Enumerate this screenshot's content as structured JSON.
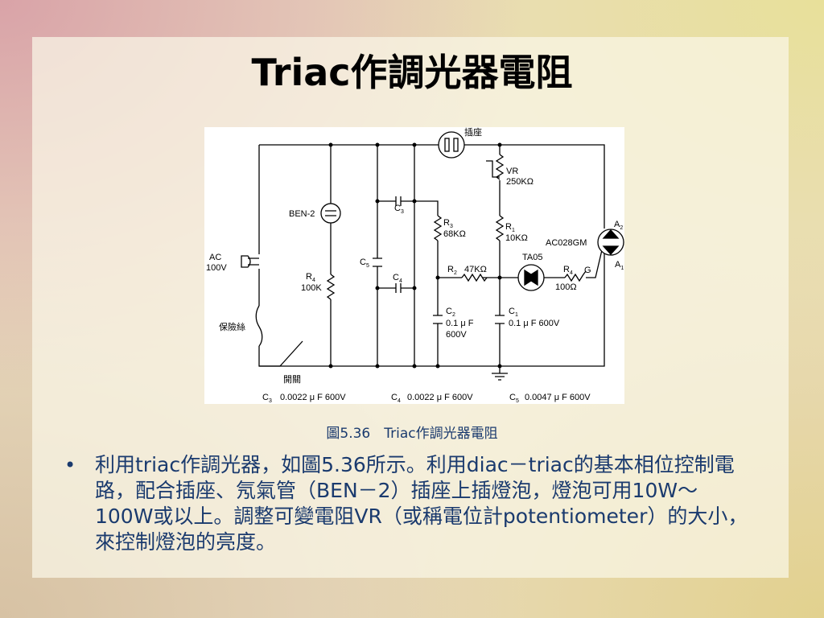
{
  "slide": {
    "title": "Triac作調光器電阻",
    "caption": "圖5.36　Triac作調光器電阻",
    "bullet": "利用triac作調光器，如圖5.36所示。利用diac－triac的基本相位控制電路，配合插座、氖氣管（BEN－2）插座上插燈泡，燈泡可用10W～100W或以上。調整可變電阻VR（或稱電位計potentiometer）的大小，來控制燈泡的亮度。"
  },
  "circuit": {
    "socket_label": "插座",
    "vr_label": "VR",
    "vr_value": "250KΩ",
    "ben_label": "BEN-2",
    "c3_label": "C",
    "c3_sub": "3",
    "r3_label": "R",
    "r3_sub": "3",
    "r3_value": "68KΩ",
    "r1_label": "R",
    "r1_sub": "1",
    "r1_value": "10KΩ",
    "a2_label": "A",
    "a2_sub": "2",
    "triac_label": "AC028GM",
    "a1_label": "A",
    "a1_sub": "1",
    "ac_label": "AC",
    "ac_voltage": "100V",
    "c5_label": "C",
    "c5_sub": "5",
    "r2_label": "R",
    "r2_sub": "2",
    "r2_value": "47KΩ",
    "diac_label": "TA05",
    "r4b_label": "R",
    "r4b_sub": "4",
    "g_label": "G",
    "r4b_value": "100Ω",
    "r4a_label": "R",
    "r4a_sub": "4",
    "r4a_value": "100K",
    "c4_label": "C",
    "c4_sub": "4",
    "c2_label": "C",
    "c2_sub": "2",
    "c2_value1": "0.1 μ F",
    "c2_value2": "600V",
    "c1_label": "C",
    "c1_sub": "1",
    "c1_value": "0.1 μ F 600V",
    "fuse_label": "保險絲",
    "switch_label": "開關",
    "footer_c3": "0.0022 μ F 600V",
    "footer_c4": "0.0022 μ F 600V",
    "footer_c5": "0.0047 μ F 600V"
  }
}
